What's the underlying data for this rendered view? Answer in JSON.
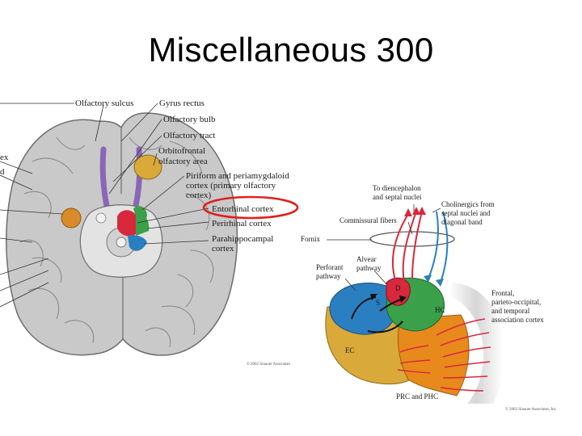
{
  "slide": {
    "title": "Miscellaneous 300"
  },
  "brain_labels": {
    "olfactory_sulcus": "Olfactory sulcus",
    "gyrus_rectus": "Gyrus rectus",
    "olfactory_bulb": "Olfactory bulb",
    "olfactory_tract": "Olfactory tract",
    "orbitofrontal_1": "Orbitofrontal",
    "orbitofrontal_2": "olfactory area",
    "piriform_1": "Piriform and periamygdaloid",
    "piriform_2": "cortex (primary olfactory",
    "piriform_3": "cortex)",
    "entorhinal": "Entorhinal cortex",
    "perirhinal": "Perirhinal cortex",
    "parahippocampal_1": "Parahippocampal",
    "parahippocampal_2": "cortex",
    "left_cut_1": "ex",
    "left_cut_2": "d",
    "copyright": "© 2002 Sinauer Associates"
  },
  "hippo_labels": {
    "to_dienc_1": "To diencephalon",
    "to_dienc_2": "and septal nuclei",
    "cholinergic_1": "Cholinergics from",
    "cholinergic_2": "septal nuclei and",
    "cholinergic_3": "diagonal band",
    "commissural": "Commissural fibers",
    "fornix": "Fornix",
    "alvear_1": "Alvear",
    "alvear_2": "pathway",
    "perforant_1": "Perforant",
    "perforant_2": "pathway",
    "frontal_1": "Frontal,",
    "frontal_2": "parieto-occipital,",
    "frontal_3": "and temporal",
    "frontal_4": "association cortex",
    "region_d": "D",
    "region_s": "S",
    "region_hc": "HC",
    "region_ec": "EC",
    "prc_phc": "PRC and PHC",
    "copyright": "© 2002 Sinauer Associates, Inc."
  },
  "colors": {
    "highlight_red": "#e02020",
    "region_blue": "#2a7fc0",
    "region_green": "#3aa04a",
    "region_red": "#d8283c",
    "region_gold": "#d9a93a",
    "region_orange": "#e8891c",
    "olfactory_purple": "#8a66b8"
  }
}
